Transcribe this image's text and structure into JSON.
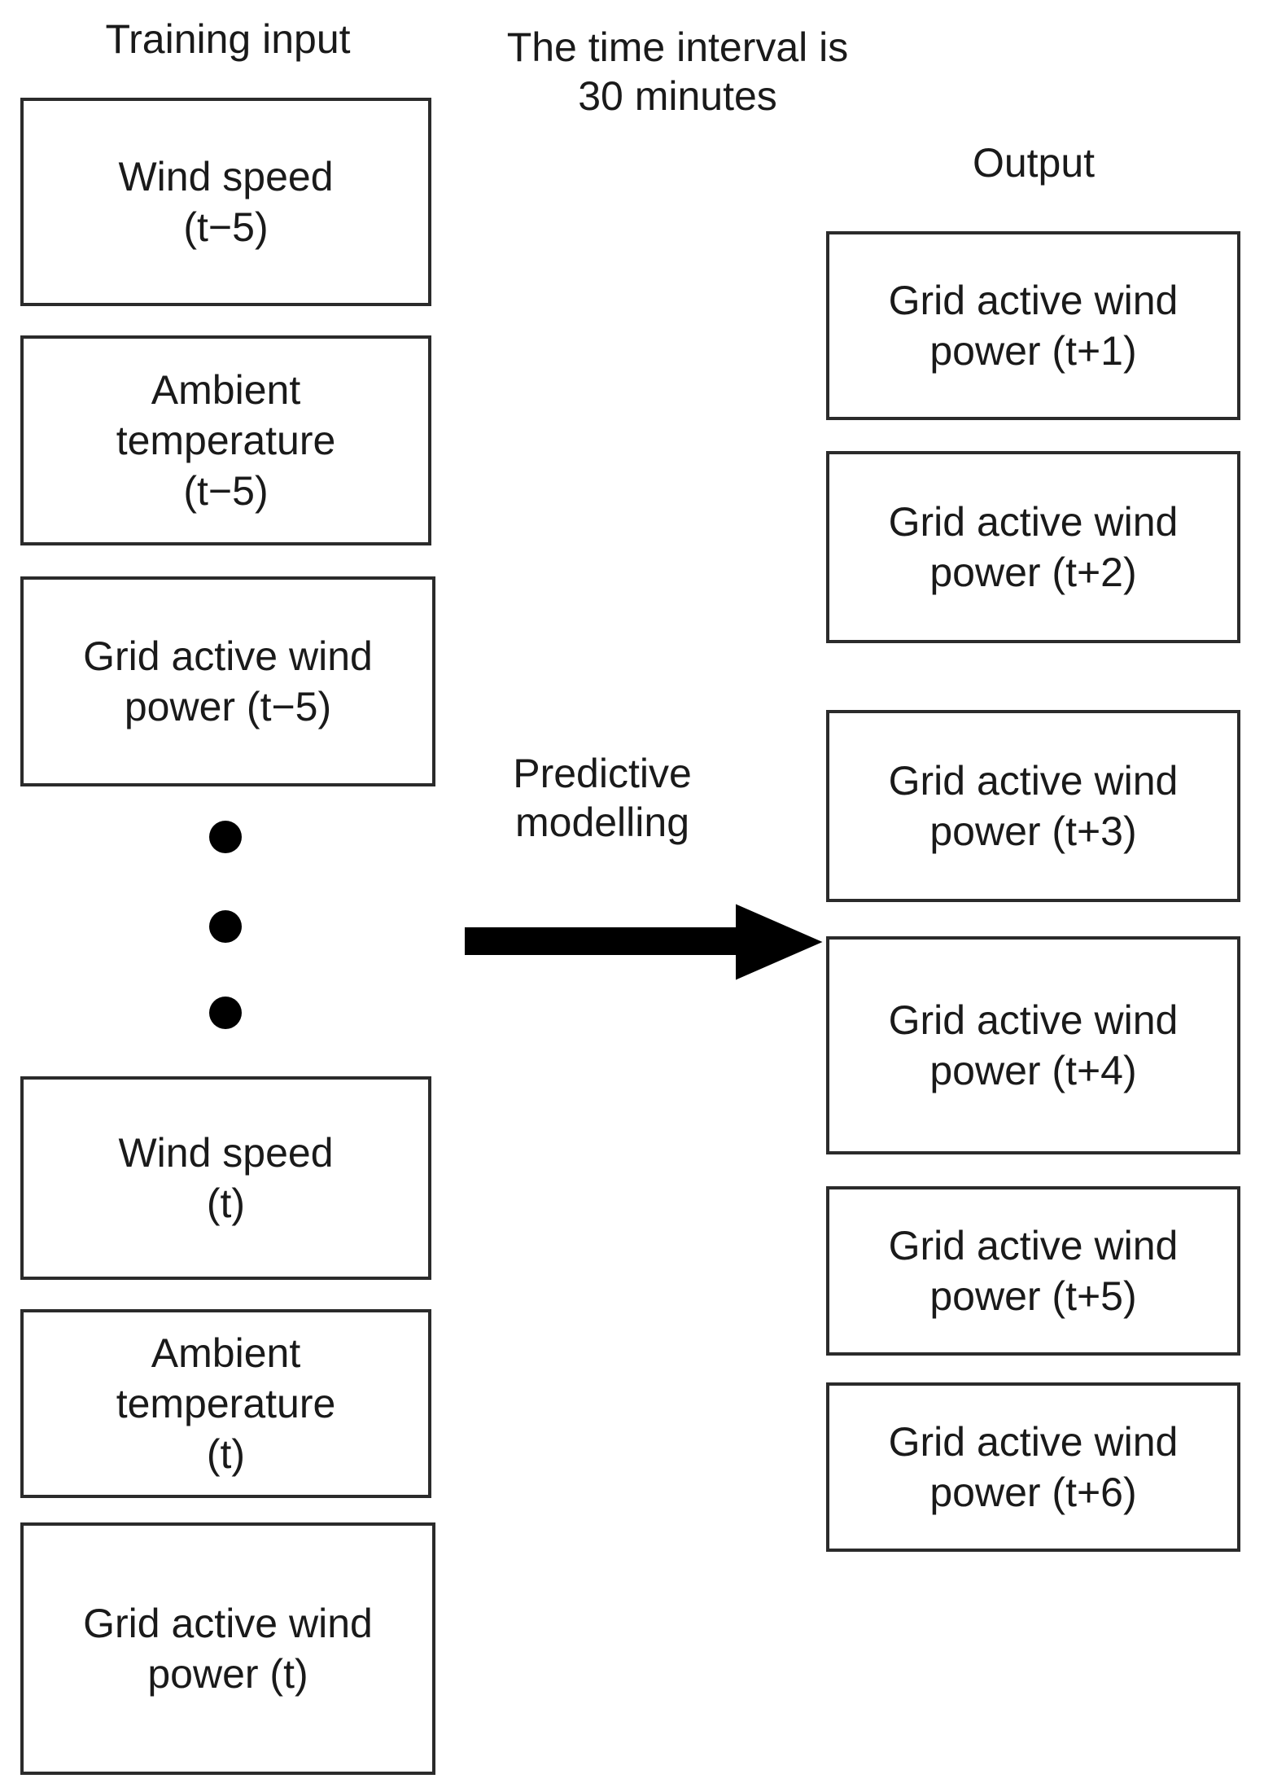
{
  "diagram": {
    "title_left": "Training input",
    "note": "The time interval is\n30 minutes",
    "title_right": "Output",
    "arrow_label": "Predictive\nmodelling",
    "arrow_icon": "right-arrow-icon",
    "ellipsis_icon": "vertical-ellipsis-icon",
    "colors": {
      "box_border": "#2b2b2b",
      "text": "#1a1a1a",
      "arrow": "#000000",
      "background": "#ffffff"
    },
    "input_boxes": [
      {
        "id": "input-wind-speed-t-5",
        "text": "Wind speed\n(t−5)"
      },
      {
        "id": "input-ambient-temp-t-5",
        "text": "Ambient\ntemperature\n(t−5)"
      },
      {
        "id": "input-grid-power-t-5",
        "text": "Grid active wind\npower (t−5)"
      },
      {
        "id": "input-wind-speed-t",
        "text": "Wind speed\n(t)"
      },
      {
        "id": "input-ambient-temp-t",
        "text": "Ambient\ntemperature\n(t)"
      },
      {
        "id": "input-grid-power-t",
        "text": "Grid active wind\npower (t)"
      }
    ],
    "output_boxes": [
      {
        "id": "output-grid-power-t-plus-1",
        "text": "Grid active wind\npower (t+1)"
      },
      {
        "id": "output-grid-power-t-plus-2",
        "text": "Grid active wind\npower (t+2)"
      },
      {
        "id": "output-grid-power-t-plus-3",
        "text": "Grid active wind\npower (t+3)"
      },
      {
        "id": "output-grid-power-t-plus-4",
        "text": "Grid active wind\npower (t+4)"
      },
      {
        "id": "output-grid-power-t-plus-5",
        "text": "Grid active wind\npower (t+5)"
      },
      {
        "id": "output-grid-power-t-plus-6",
        "text": "Grid active wind\npower (t+6)"
      }
    ]
  }
}
